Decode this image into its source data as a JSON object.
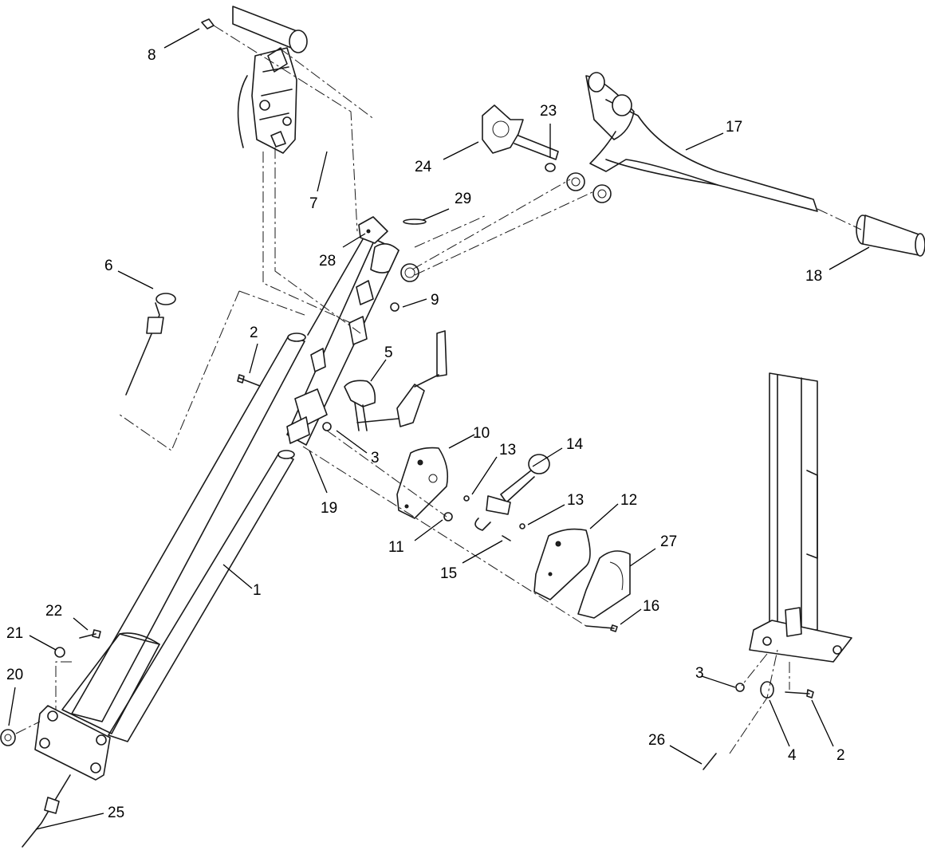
{
  "callouts": [
    {
      "id": "c1",
      "label": "1"
    },
    {
      "id": "c2a",
      "label": "2"
    },
    {
      "id": "c2b",
      "label": "2"
    },
    {
      "id": "c3a",
      "label": "3"
    },
    {
      "id": "c3b",
      "label": "3"
    },
    {
      "id": "c4",
      "label": "4"
    },
    {
      "id": "c5",
      "label": "5"
    },
    {
      "id": "c6",
      "label": "6"
    },
    {
      "id": "c7",
      "label": "7"
    },
    {
      "id": "c8",
      "label": "8"
    },
    {
      "id": "c9",
      "label": "9"
    },
    {
      "id": "c10",
      "label": "10"
    },
    {
      "id": "c11",
      "label": "11"
    },
    {
      "id": "c12",
      "label": "12"
    },
    {
      "id": "c13a",
      "label": "13"
    },
    {
      "id": "c13b",
      "label": "13"
    },
    {
      "id": "c14",
      "label": "14"
    },
    {
      "id": "c15",
      "label": "15"
    },
    {
      "id": "c16",
      "label": "16"
    },
    {
      "id": "c17",
      "label": "17"
    },
    {
      "id": "c18",
      "label": "18"
    },
    {
      "id": "c19",
      "label": "19"
    },
    {
      "id": "c20",
      "label": "20"
    },
    {
      "id": "c21",
      "label": "21"
    },
    {
      "id": "c22",
      "label": "22"
    },
    {
      "id": "c23",
      "label": "23"
    },
    {
      "id": "c24",
      "label": "24"
    },
    {
      "id": "c25",
      "label": "25"
    },
    {
      "id": "c26",
      "label": "26"
    },
    {
      "id": "c27",
      "label": "27"
    },
    {
      "id": "c28",
      "label": "28"
    },
    {
      "id": "c29",
      "label": "29"
    }
  ]
}
